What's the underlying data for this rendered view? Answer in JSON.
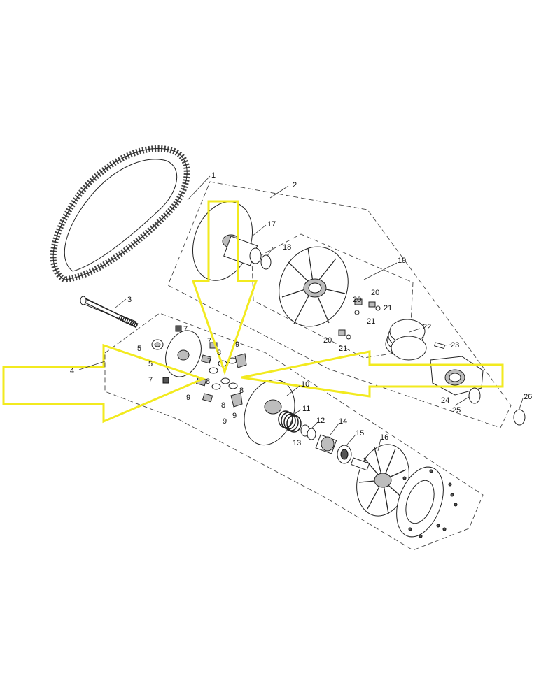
{
  "callouts": [
    "1",
    "2",
    "3",
    "4",
    "5",
    "5",
    "7",
    "7",
    "7",
    "7",
    "8",
    "9",
    "8",
    "9",
    "8",
    "9",
    "8",
    "9",
    "10",
    "11",
    "12",
    "13",
    "14",
    "15",
    "16",
    "17",
    "18",
    "19",
    "20",
    "21",
    "20",
    "21",
    "20",
    "21",
    "22",
    "23",
    "24",
    "25",
    "26"
  ],
  "colors": {
    "line": "#222222",
    "highlight_arrow": "#f2ea1f",
    "background": "#ffffff"
  }
}
